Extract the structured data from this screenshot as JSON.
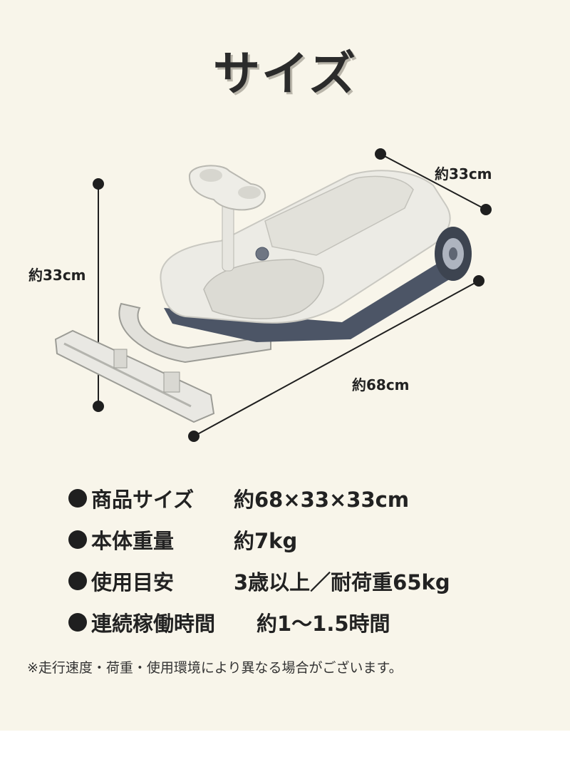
{
  "title": "サイズ",
  "dimensions": {
    "height_label": "約33cm",
    "width_label": "約33cm",
    "length_label": "約68cm"
  },
  "specs": [
    {
      "label": "商品サイズ",
      "value": "約68×33×33cm"
    },
    {
      "label": "本体重量",
      "value": "約7kg"
    },
    {
      "label": "使用目安",
      "value": "3歳以上／耐荷重65kg"
    },
    {
      "label": "連続稼働時間",
      "value": "約1〜1.5時間"
    }
  ],
  "note": "※走行速度・荷重・使用環境により異なる場合がございます。",
  "colors": {
    "background": "#f8f5ea",
    "product_body": "#ecebe5",
    "product_base": "#4c5566",
    "dimension_line": "#1f1f1f"
  }
}
